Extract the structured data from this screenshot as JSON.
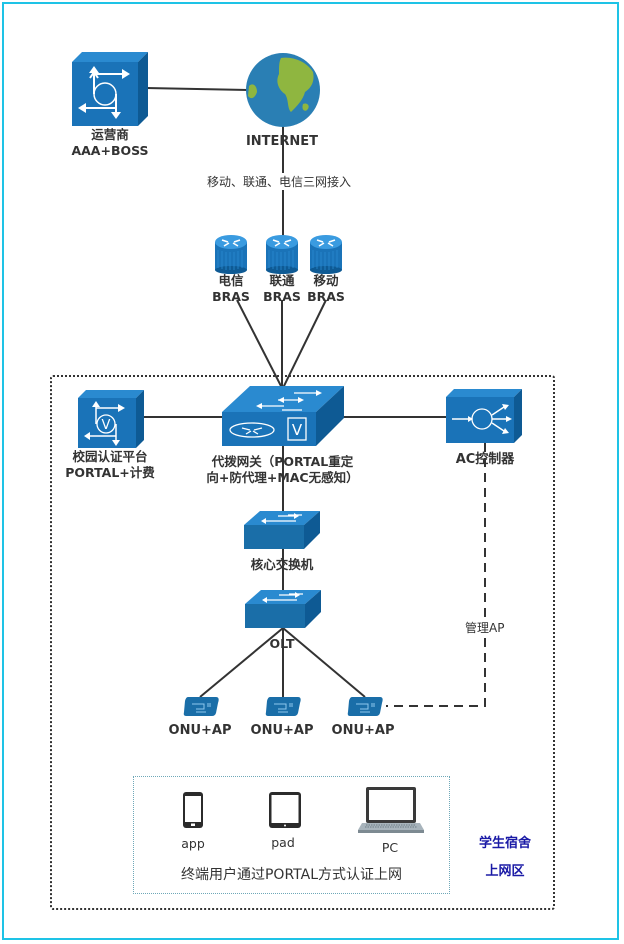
{
  "colors": {
    "device_blue": "#1a73b8",
    "device_dark": "#0e5a94",
    "frame_border": "#1ec3e6",
    "zone_title": "#1a1aa6",
    "link": "#333333"
  },
  "nodes": {
    "operator": {
      "icon": "aaa-server-icon",
      "line1": "运营商",
      "line2": "AAA+BOSS"
    },
    "internet": {
      "icon": "globe-icon",
      "label": "INTERNET"
    },
    "access_note": "移动、联通、电信三网接入",
    "bras": [
      {
        "icon": "router-icon",
        "line1": "电信",
        "line2": "BRAS"
      },
      {
        "icon": "router-icon",
        "line1": "联通",
        "line2": "BRAS"
      },
      {
        "icon": "router-icon",
        "line1": "移动",
        "line2": "BRAS"
      }
    ],
    "portal": {
      "icon": "auth-server-icon",
      "line1": "校园认证平台",
      "line2": "PORTAL+计费"
    },
    "gateway": {
      "icon": "gateway-switch-icon",
      "line1": "代拨网关（PORTAL重定",
      "line2": "向+防代理+MAC无感知）"
    },
    "ac": {
      "icon": "wireless-controller-icon",
      "label": "AC控制器"
    },
    "core_switch": {
      "icon": "switch-icon",
      "label": "核心交换机"
    },
    "olt": {
      "icon": "switch-icon",
      "label": "OLT"
    },
    "onu": [
      {
        "icon": "onu-icon",
        "label": "ONU+AP"
      },
      {
        "icon": "onu-icon",
        "label": "ONU+AP"
      },
      {
        "icon": "onu-icon",
        "label": "ONU+AP"
      }
    ],
    "manage_ap_label": "管理AP"
  },
  "terminals": {
    "items": [
      {
        "icon": "phone-icon",
        "label": "app"
      },
      {
        "icon": "tablet-icon",
        "label": "pad"
      },
      {
        "icon": "laptop-icon",
        "label": "PC"
      }
    ],
    "caption": "终端用户通过PORTAL方式认证上网"
  },
  "zone": {
    "title_line1": "学生宿舍",
    "title_line2": "上网区"
  }
}
